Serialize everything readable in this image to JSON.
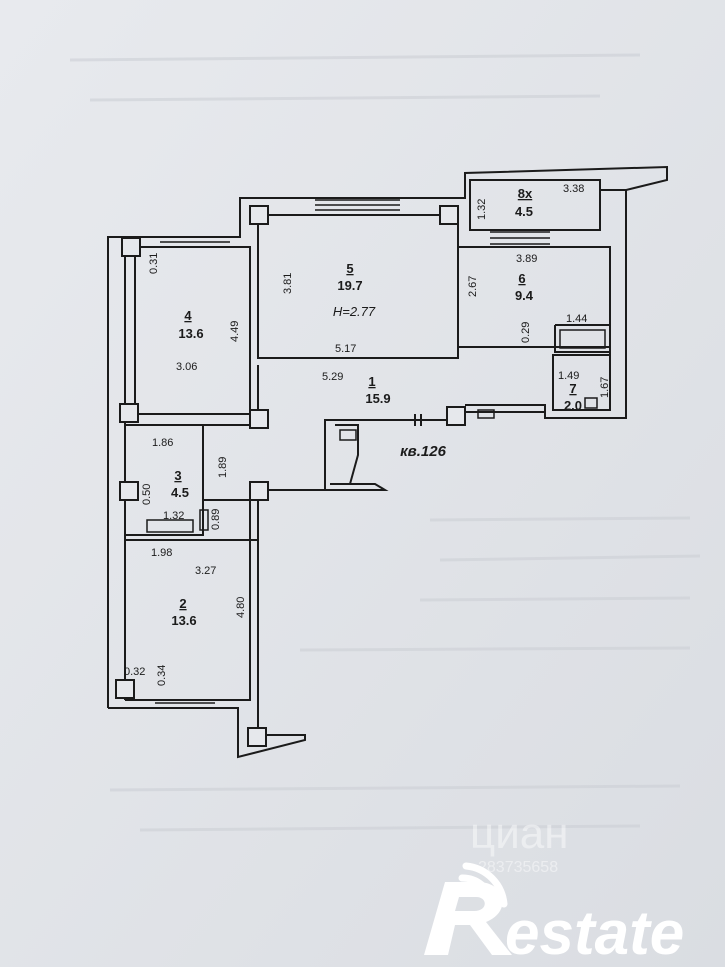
{
  "apartment": {
    "number_label": "кв.126"
  },
  "ceiling_height_label": "H=2.77",
  "rooms": [
    {
      "num": "1",
      "area": "15.9"
    },
    {
      "num": "2",
      "area": "13.6"
    },
    {
      "num": "3",
      "area": "4.5"
    },
    {
      "num": "4",
      "area": "13.6"
    },
    {
      "num": "5",
      "area": "19.7"
    },
    {
      "num": "6",
      "area": "9.4"
    },
    {
      "num": "7",
      "area": "2.0"
    },
    {
      "num": "8x",
      "area": "4.5"
    }
  ],
  "dimensions": {
    "d_0_31": "0.31",
    "d_3_06": "3.06",
    "d_4_49": "4.49",
    "d_3_81": "3.81",
    "d_5_17": "5.17",
    "d_5_29": "5.29",
    "d_3_38": "3.38",
    "d_1_32_b": "1.32",
    "d_3_89": "3.89",
    "d_2_67": "2.67",
    "d_0_29": "0.29",
    "d_1_44": "1.44",
    "d_1_49": "1.49",
    "d_1_67": "1.67",
    "d_1_86": "1.86",
    "d_1_89": "1.89",
    "d_0_50": "0.50",
    "d_1_32_w": "1.32",
    "d_0_89": "0.89",
    "d_1_98": "1.98",
    "d_3_27": "3.27",
    "d_4_80": "4.80",
    "d_0_32": "0.32",
    "d_0_34": "0.34"
  },
  "watermarks": {
    "cian": "циан",
    "cian_id": "283735658"
  },
  "logo": {
    "text": "estate"
  },
  "colors": {
    "paper": "#e4e6ea",
    "ink": "#1b1b1b",
    "logo": "#ffffff"
  }
}
